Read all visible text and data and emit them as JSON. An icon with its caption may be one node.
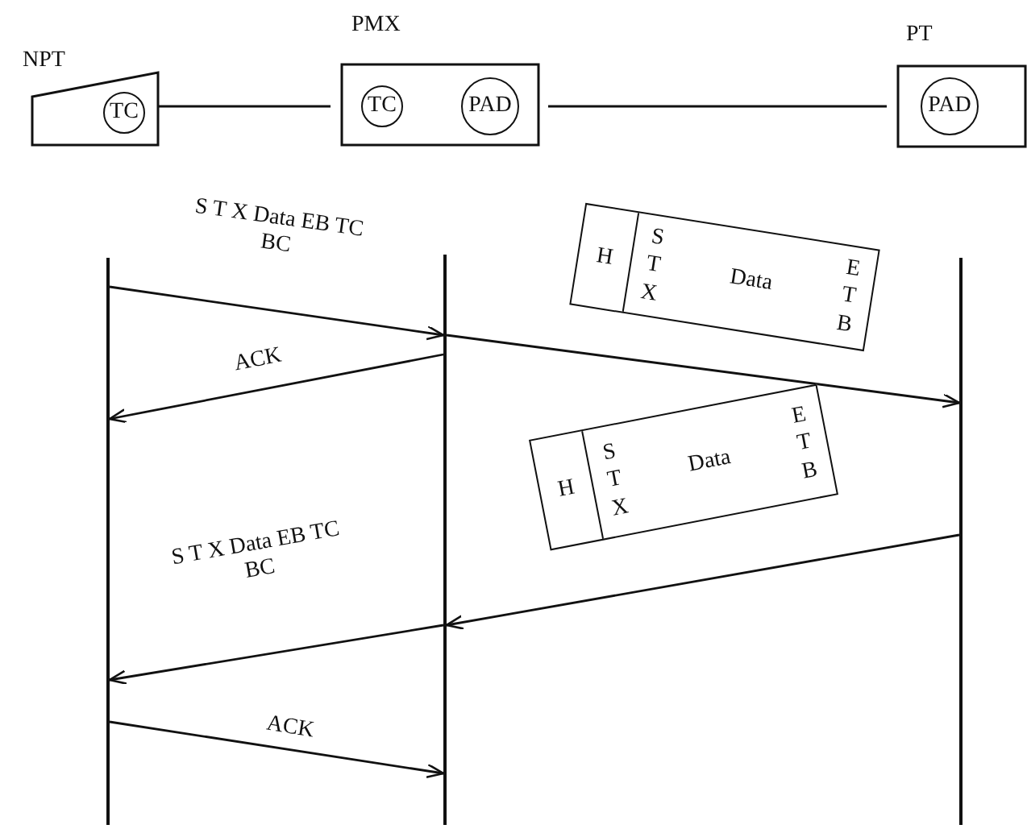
{
  "diagram": {
    "nodes": [
      {
        "text": [
          "NPT"
        ]
      },
      {
        "text": [
          "TC"
        ],
        "in": 0
      },
      {
        "text": [
          "PMX"
        ]
      },
      {
        "text": [
          "TC"
        ],
        "in": 2
      },
      {
        "text": [
          "PAD"
        ],
        "in": 2
      },
      {
        "text": [
          "PT"
        ]
      },
      {
        "text": [
          "PAD"
        ],
        "in": 5
      },
      {
        "text": [],
        "shape": "bar"
      },
      {
        "text": [],
        "shape": "bar"
      },
      {
        "text": [],
        "shape": "bar"
      },
      {
        "text": [
          "H",
          "S T X",
          "Data",
          "E T B"
        ]
      },
      {
        "text": [
          "H",
          "S T X",
          "Data",
          "E T B"
        ]
      }
    ],
    "edges": [
      {
        "from": 1,
        "to": 2,
        "arrow": "none"
      },
      {
        "from": 2,
        "to": 5,
        "arrow": "none"
      },
      {
        "from": 7,
        "to": 8,
        "arrow": "to",
        "label": "S T X Data EB TC BC"
      },
      {
        "from": 8,
        "to": 9,
        "arrow": "to"
      },
      {
        "from": 8,
        "to": 7,
        "arrow": "to",
        "label": "ACK"
      },
      {
        "from": 9,
        "to": 8,
        "arrow": "to"
      },
      {
        "from": 8,
        "to": 7,
        "arrow": "to",
        "label": "S T X Data EB TC BC"
      },
      {
        "from": 7,
        "to": 8,
        "arrow": "to",
        "label": "ACK"
      }
    ]
  }
}
